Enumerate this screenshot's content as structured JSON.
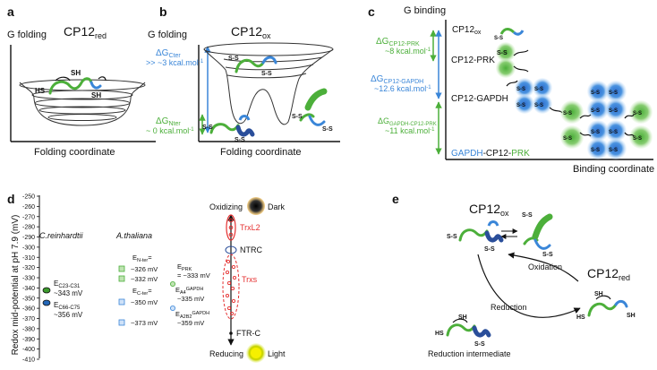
{
  "panels": {
    "a": {
      "letter": "a",
      "title": "CP12",
      "title_sub": "red",
      "yaxis": "G folding",
      "xaxis": "Folding coordinate",
      "labels": {
        "sh1": "SH",
        "sh2": "SH",
        "hs": "HS"
      }
    },
    "b": {
      "letter": "b",
      "title": "CP12",
      "title_sub": "ox",
      "yaxis": "G folding",
      "xaxis": "Folding coordinate",
      "dg_cter": "ΔG",
      "dg_cter_sub": "Cter",
      "dg_cter_val": ">> ~3 kcal.mol",
      "dg_nter": "ΔG",
      "dg_nter_sub": "Nter",
      "dg_nter_val": "~ 0 kcal.mol",
      "sup": "-1",
      "ss": "S-S"
    },
    "c": {
      "letter": "c",
      "yaxis": "G binding",
      "xaxis": "Binding coordinate",
      "level1": "CP12",
      "level1_sub": "ox",
      "level2": "CP12-PRK",
      "level3": "CP12-GAPDH",
      "level4_a": "GAPDH",
      "level4_b": "-CP12-",
      "level4_c": "PRK",
      "dg1": "ΔG",
      "dg1_sub": "CP12-PRK",
      "dg1_val": "~8 kcal.mol",
      "dg2": "ΔG",
      "dg2_sub": "CP12-GAPDH",
      "dg2_val": "~12.6 kcal.mol",
      "dg3": "ΔG",
      "dg3_sub": "GAPDH-CP12-PRK",
      "dg3_val": "~11 kcal.mol",
      "sup": "-1",
      "ss": "S-S"
    },
    "d": {
      "letter": "d",
      "yaxis": "Redox mid-potential at pH 7.9 (mV)",
      "yticks": [
        "-250",
        "-260",
        "-270",
        "-280",
        "-290",
        "-300",
        "-310",
        "-320",
        "-330",
        "-340",
        "-350",
        "-360",
        "-370",
        "-380",
        "-390",
        "-400",
        "-410"
      ],
      "col1": "C.reinhardtii",
      "col2": "A.thaliana",
      "e1": "E",
      "e1_sub": "C23-C31",
      "e1_val": "~343 mV",
      "e2": "E",
      "e2_sub": "C66-C75",
      "e2_val": "~356 mV",
      "e3": "E",
      "e3_sub": "N-ter",
      "e3_a": "=",
      "e3_b": "~326 mV",
      "e3_c": "~332 mV",
      "e4": "E",
      "e4_sub": "C-ter",
      "e4_a": "=",
      "e4_b": "~350 mV",
      "e4_c": "~373 mV",
      "e5": "E",
      "e5_sub": "PRK",
      "e5_val": "= ~333 mV",
      "e6": "E",
      "e6_sub": "A4",
      "e6_sub2": "GAPDH",
      "e6_val": "~335 mV",
      "e7": "E",
      "e7_sub": "A2B2",
      "e7_sub2": "GAPDH",
      "e7_val": "~359 mV",
      "oxidizing": "Oxidizing",
      "reducing": "Reducing",
      "dark": "Dark",
      "light": "Light",
      "trxl2": "TrxL2",
      "ntrc": "NTRC",
      "trxs": "Trxs",
      "ftrc": "FTR-C"
    },
    "e": {
      "letter": "e",
      "cp_ox": "CP12",
      "cp_ox_sub": "ox",
      "cp_red": "CP12",
      "cp_red_sub": "red",
      "oxidation": "Oxidation",
      "reduction": "Reduction",
      "intermediate": "Reduction intermediate",
      "ss": "S-S",
      "sh": "SH",
      "hs": "HS"
    }
  }
}
